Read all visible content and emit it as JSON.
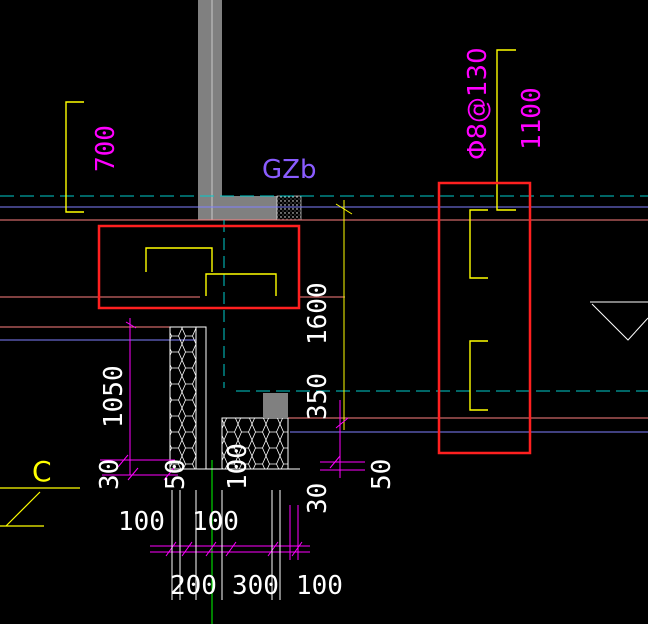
{
  "colors": {
    "background": "#000000",
    "dimension_text": "#ffffff",
    "dimension_line": "#ff00ff",
    "rebar_text": "#ff00ff",
    "column_label": "#8a5cff",
    "bracket": "#ffff00",
    "grid_label": "#ffff00",
    "axis_dashed": "#00cccc",
    "beam_line": "#ff8080",
    "beam_blue": "#8080ff",
    "wall_fill": "#808080",
    "highlight": "#ff2020",
    "white_line": "#ffffff",
    "green_line": "#00ff00"
  },
  "labels": {
    "column_label": "GZb",
    "rebar_spec": "Φ8@130",
    "grid_label": "C"
  },
  "dimensions": {
    "d700": "700",
    "d1100": "1100",
    "d1600": "1600",
    "d1050": "1050",
    "d350": "350",
    "d30_left": "30",
    "d50_left": "50",
    "d100_a": "100",
    "d100_b": "100",
    "d100_c": "100",
    "d50_right": "50",
    "d30_bottom": "30",
    "d200": "200",
    "d300": "300",
    "d100_bottom": "100"
  }
}
